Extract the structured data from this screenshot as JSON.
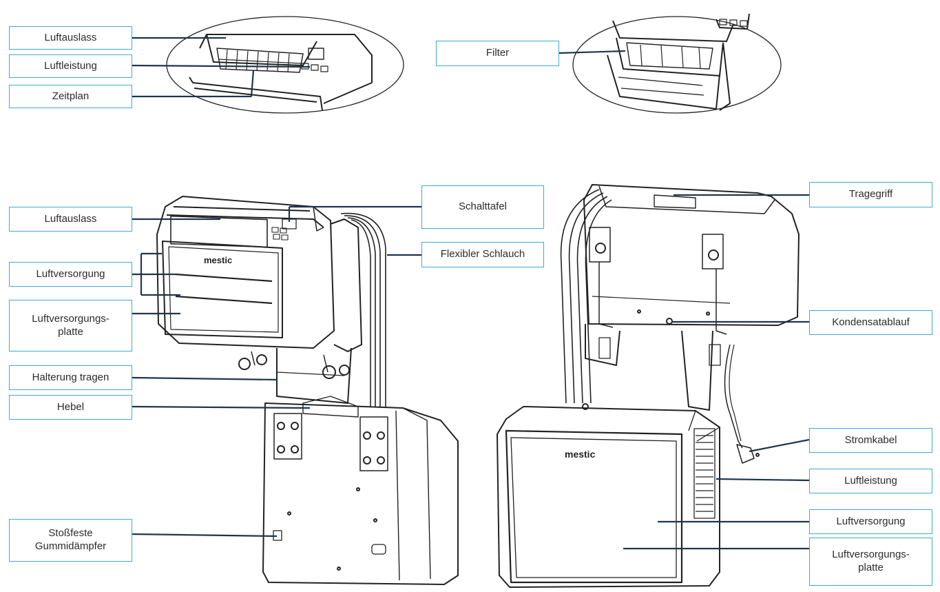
{
  "brand": "mestic",
  "colors": {
    "label_border": "#3fa9d6",
    "leader": "#1e3550",
    "outline": "#222222"
  },
  "labels": {
    "top_left": {
      "luftauslass": "Luftauslass",
      "luftleistung": "Luftleistung",
      "zeitplan": "Zeitplan"
    },
    "top_right": {
      "filter": "Filter"
    },
    "front": {
      "luftauslass": "Luftauslass",
      "luftversorgung": "Luftversorgung",
      "luftversorgungsplatte": "Luftversorgungs-\nplatte",
      "halterung": "Halterung tragen",
      "hebel": "Hebel",
      "gummidaempfer": "Stoßfeste\nGummidämpfer",
      "schalttafel": "Schalttafel",
      "schlauch": "Flexibler Schlauch"
    },
    "back": {
      "tragegriff": "Tragegriff",
      "kondensatablauf": "Kondensatablauf",
      "stromkabel": "Stromkabel",
      "luftleistung": "Luftleistung",
      "luftversorgung": "Luftversorgung",
      "luftversorgungsplatte": "Luftversorgungs-\nplatte"
    }
  }
}
